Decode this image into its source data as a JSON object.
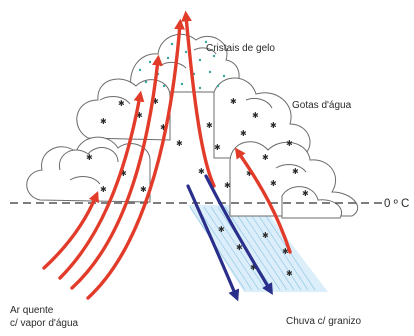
{
  "diagram": {
    "labels": {
      "ice_crystals": "Cristais de gelo",
      "water_drops": "Gotas d'água",
      "freezing_level": "0 º C",
      "warm_air_line1": "Ar quente",
      "warm_air_line2": "c/ vapor d'água",
      "rain_hail": "Chuva c/ granizo"
    },
    "colors": {
      "updraft": "#e23b2a",
      "downdraft": "#2a2f8c",
      "rain": "#8fc5e6",
      "droplet": "#5aa6dc",
      "crystal": "#3aa39a",
      "cloud_outline": "#6b6b6b",
      "freezing_line": "#555555"
    }
  }
}
